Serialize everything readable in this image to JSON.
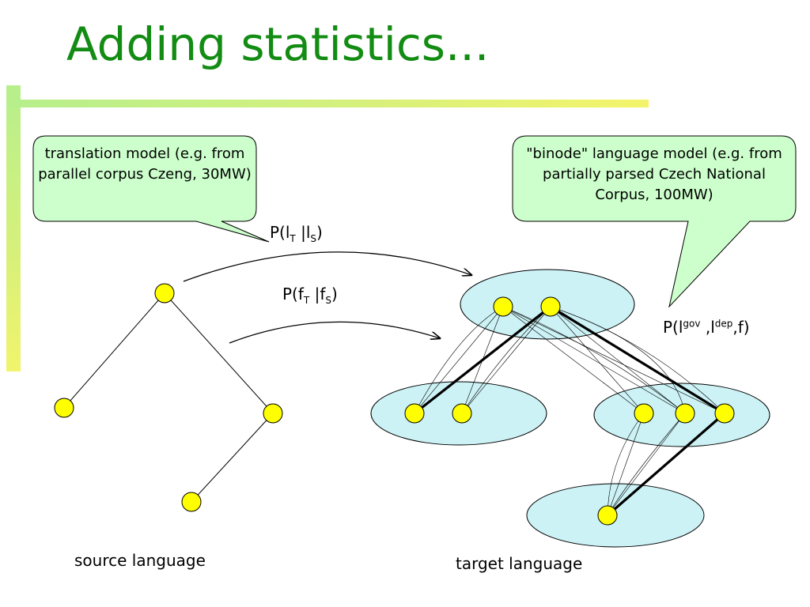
{
  "slide": {
    "title": "Adding statistics..."
  },
  "callouts": {
    "translation_model": "translation model (e.g. from parallel corpus Czeng, 30MW)",
    "binode_model": "\"binode\" language model (e.g. from partially parsed Czech National Corpus, 100MW)"
  },
  "formulas": {
    "lemma_translation": {
      "prefix": "P(l",
      "sub1": "T",
      "mid": " |l",
      "sub2": "S",
      "suffix": ")"
    },
    "form_translation": {
      "prefix": "P(f",
      "sub1": "T",
      "mid": " |f",
      "sub2": "S",
      "suffix": ")"
    },
    "binode": {
      "prefix": "P(l",
      "sup1": "gov",
      "mid": " ,l",
      "sup2": "dep",
      "suffix": ",f)"
    }
  },
  "labels": {
    "source": "source language",
    "target": "target language"
  },
  "colors": {
    "title": "#138c13",
    "callout_fill": "#ccffcc",
    "cluster_fill": "#ccf2f5",
    "node_fill": "#ffff00"
  }
}
